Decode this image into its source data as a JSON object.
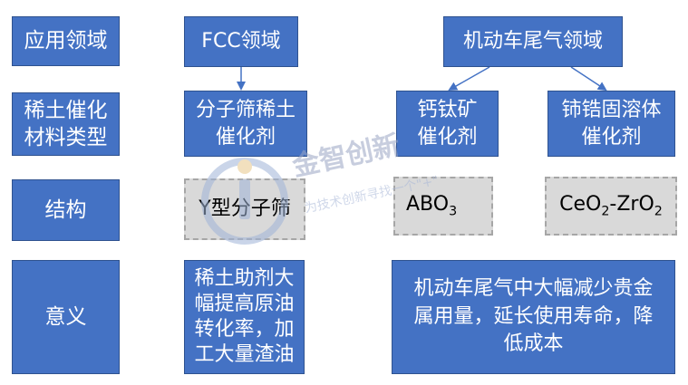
{
  "rows": {
    "application": "应用领域",
    "material_type": "稀土催化\n材料类型",
    "structure": "结构",
    "significance": "意义"
  },
  "fields": {
    "fcc": "FCC领域",
    "vehicle": "机动车尾气领域"
  },
  "catalysts": {
    "zeolite": "分子筛稀土\n催化剂",
    "perovskite": "钙钛矿\n催化剂",
    "ceria_zirconia": "铈锆固溶体\n催化剂"
  },
  "structures": {
    "zeolite_struct": "Y型分子筛",
    "perovskite_struct": {
      "base": "ABO",
      "sub": "3"
    },
    "ceria_zirconia_struct": {
      "a": "CeO",
      "a_sub": "2",
      "b": "-ZrO",
      "b_sub": "2"
    }
  },
  "significance": {
    "fcc_text": "稀土助剂大\n幅提高原油\n转化率，加\n工大量渣油",
    "vehicle_text": "机动车尾气中大幅减少贵金\n属用量，延长使用寿命，降\n低成本"
  },
  "watermark": {
    "brand": "金智创新",
    "slogan": "为技术创新寻找一个\"+\""
  },
  "colors": {
    "box_blue": "#4472c4",
    "box_border": "#2f528f",
    "struct_gray": "#d9d9d9",
    "connector": "#4472c4"
  }
}
